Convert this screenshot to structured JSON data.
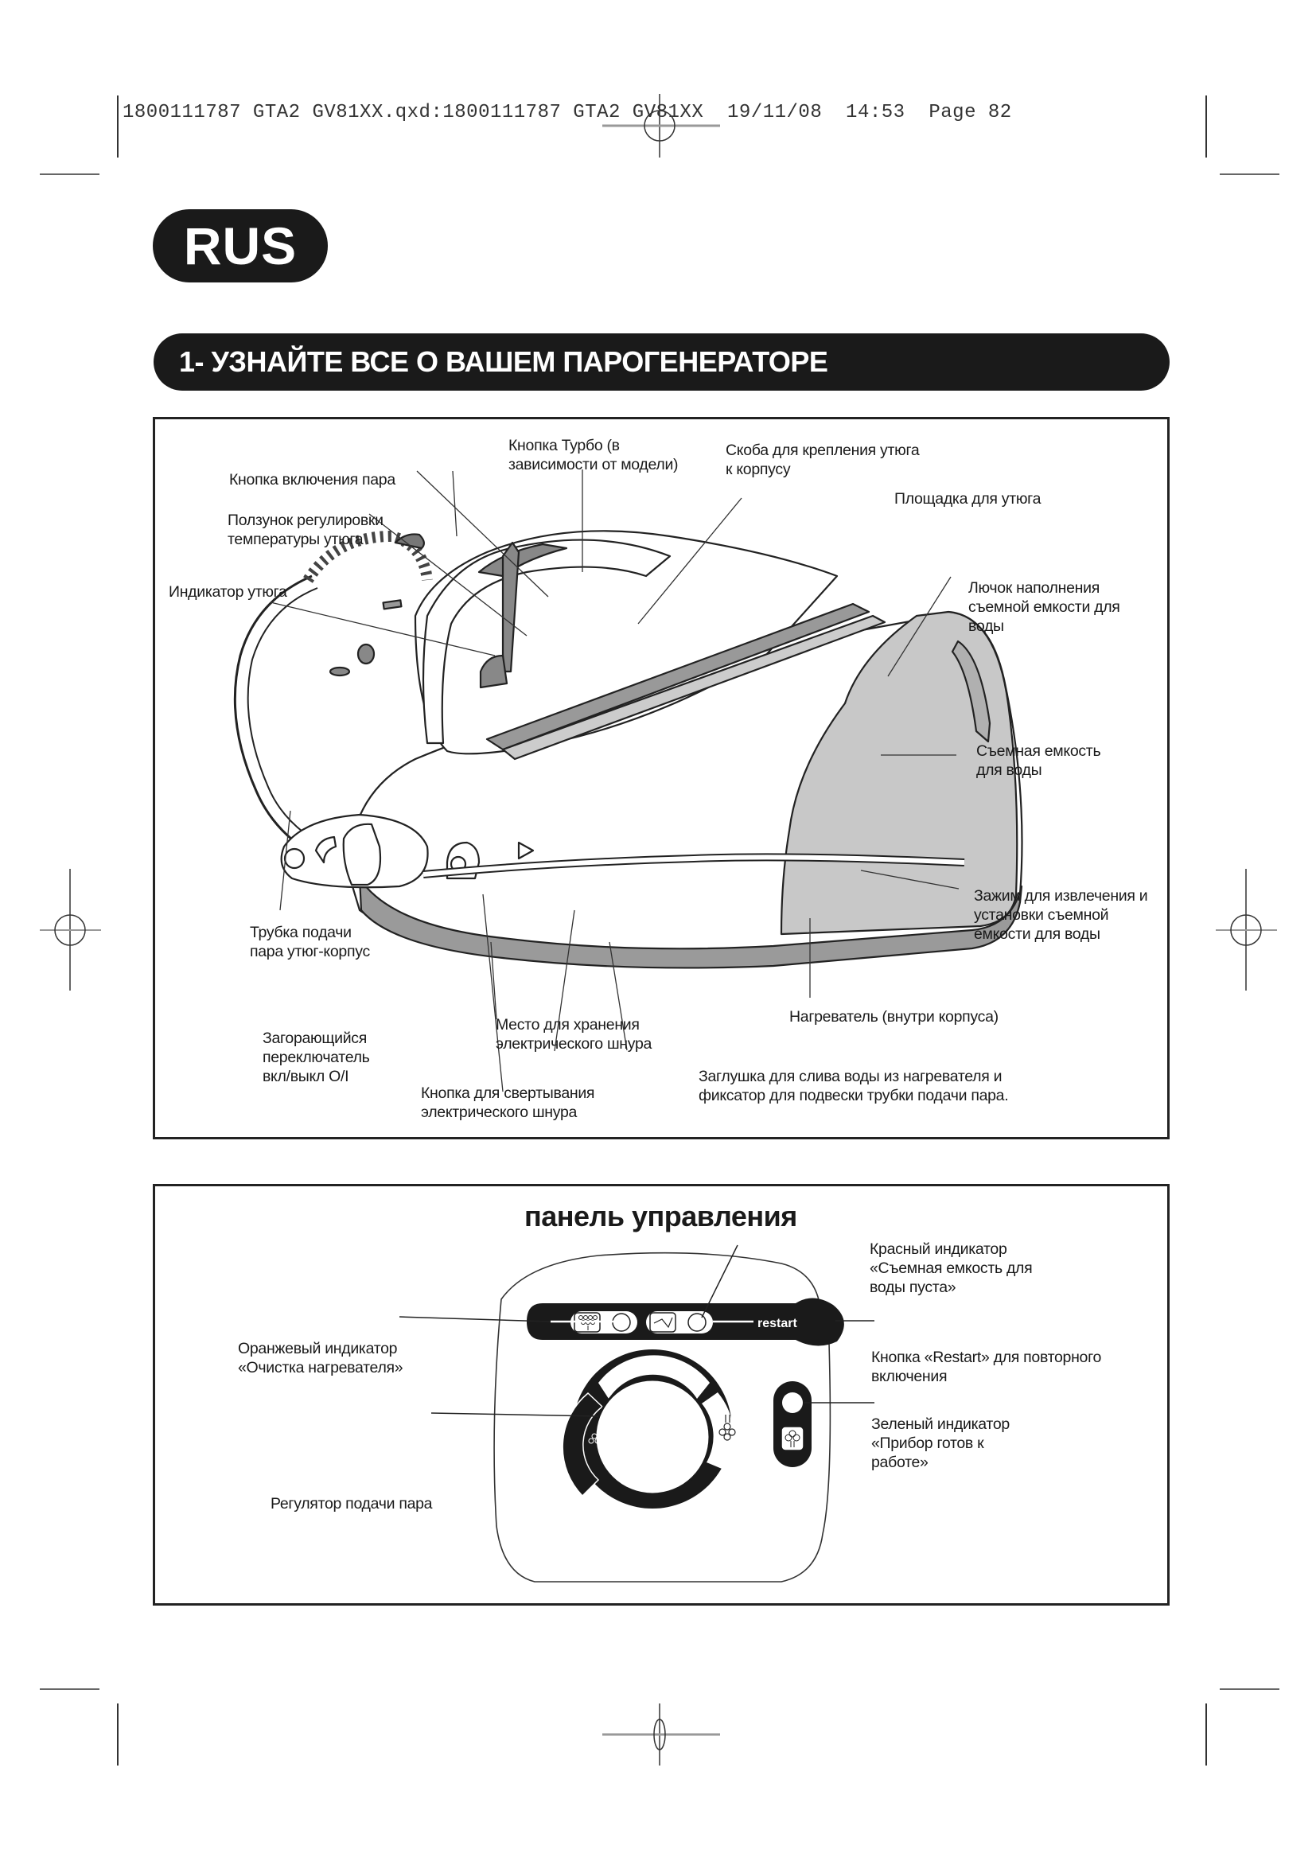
{
  "slug_line": "1800111787 GTA2 GV81XX.qxd:1800111787 GTA2 GV81XX  19/11/08  14:53  Page 82",
  "language_badge": "RUS",
  "section_title": "1- УЗНАЙТЕ ВСЕ О ВАШЕМ ПАРОГЕНЕРАТОРЕ",
  "diagram": {
    "labels": {
      "turbo_button": "Кнопка Турбо (в\nзависимости от модели)",
      "steam_button": "Кнопка включения пара",
      "temp_slider": "Ползунок регулировки\nтемпературы утюга",
      "iron_indicator": "Индикатор утюга",
      "iron_bracket": "Скоба для крепления утюга\nк корпусу",
      "iron_platform": "Площадка для утюга",
      "fill_hatch": "Лючок наполнения\nсъемной емкости для\nводы",
      "water_tank": "Съемная емкость\nдля воды",
      "tank_clip": "Зажим для извлечения и\nустановки съемной\nемкости для воды",
      "steam_hose": "Трубка подачи\nпара утюг-корпус",
      "heater": "Нагреватель (внутри корпуса)",
      "cord_storage": "Место для хранения\nэлектрического шнура",
      "drain_plug": "Заглушка для слива воды из нагревателя и\nфиксатор для подвески трубки подачи пара.",
      "power_switch": "Загорающийся\nпереключатель\nвкл/выкл O/I",
      "cord_rewind": "Кнопка для свертывания\nэлектрического шнура"
    }
  },
  "control_panel": {
    "title": "панель управления",
    "labels": {
      "red_indicator": "Красный индикатор\n«Съемная емкость для\nводы пуста»",
      "orange_indicator": "Оранжевый индикатор\n«Очистка нагревателя»",
      "restart_button": "Кнопка «Restart» для повторного\nвключения",
      "green_indicator": "Зеленый индикатор\n«Прибор готов к\nработе»",
      "steam_regulator": "Регулятор подачи пара"
    },
    "restart_text": "restart"
  }
}
